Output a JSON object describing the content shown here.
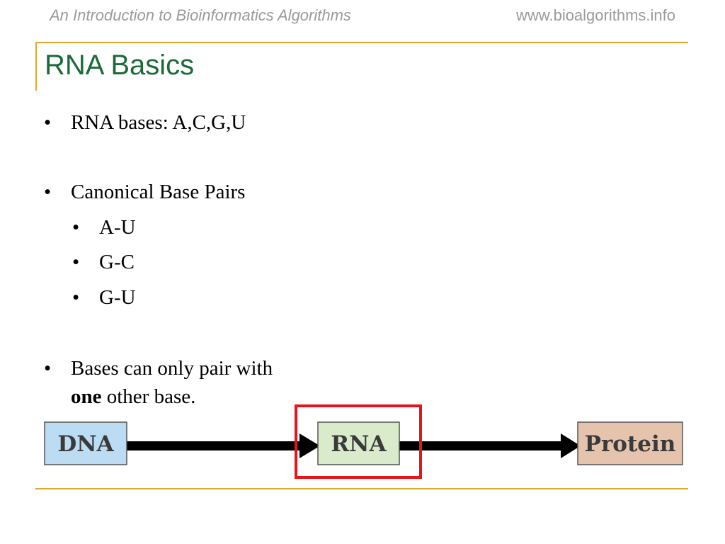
{
  "header": {
    "book_title": "An Introduction to Bioinformatics Algorithms",
    "website": "www.bioalgorithms.info"
  },
  "slide": {
    "title": "RNA Basics",
    "bullets": [
      {
        "text": "RNA bases: A,C,G,U"
      },
      {
        "text": "Canonical Base Pairs",
        "sub": [
          "A-U",
          "G-C",
          "G-U"
        ]
      },
      {
        "line1": "Bases can only pair with",
        "emphasis": "one",
        "line2_rest": " other base."
      }
    ],
    "bullet_symbol": "•"
  },
  "diagram": {
    "boxes": [
      {
        "label": "DNA",
        "fill": "#bcdcf4"
      },
      {
        "label": "RNA",
        "fill": "#d9ebcb"
      },
      {
        "label": "Protein",
        "fill": "#e6c3ad"
      }
    ],
    "highlight_color": "#e8141c"
  },
  "colors": {
    "title": "#1b6b3a",
    "rule": "#e0a82e",
    "header_text": "#9a9a9a"
  }
}
